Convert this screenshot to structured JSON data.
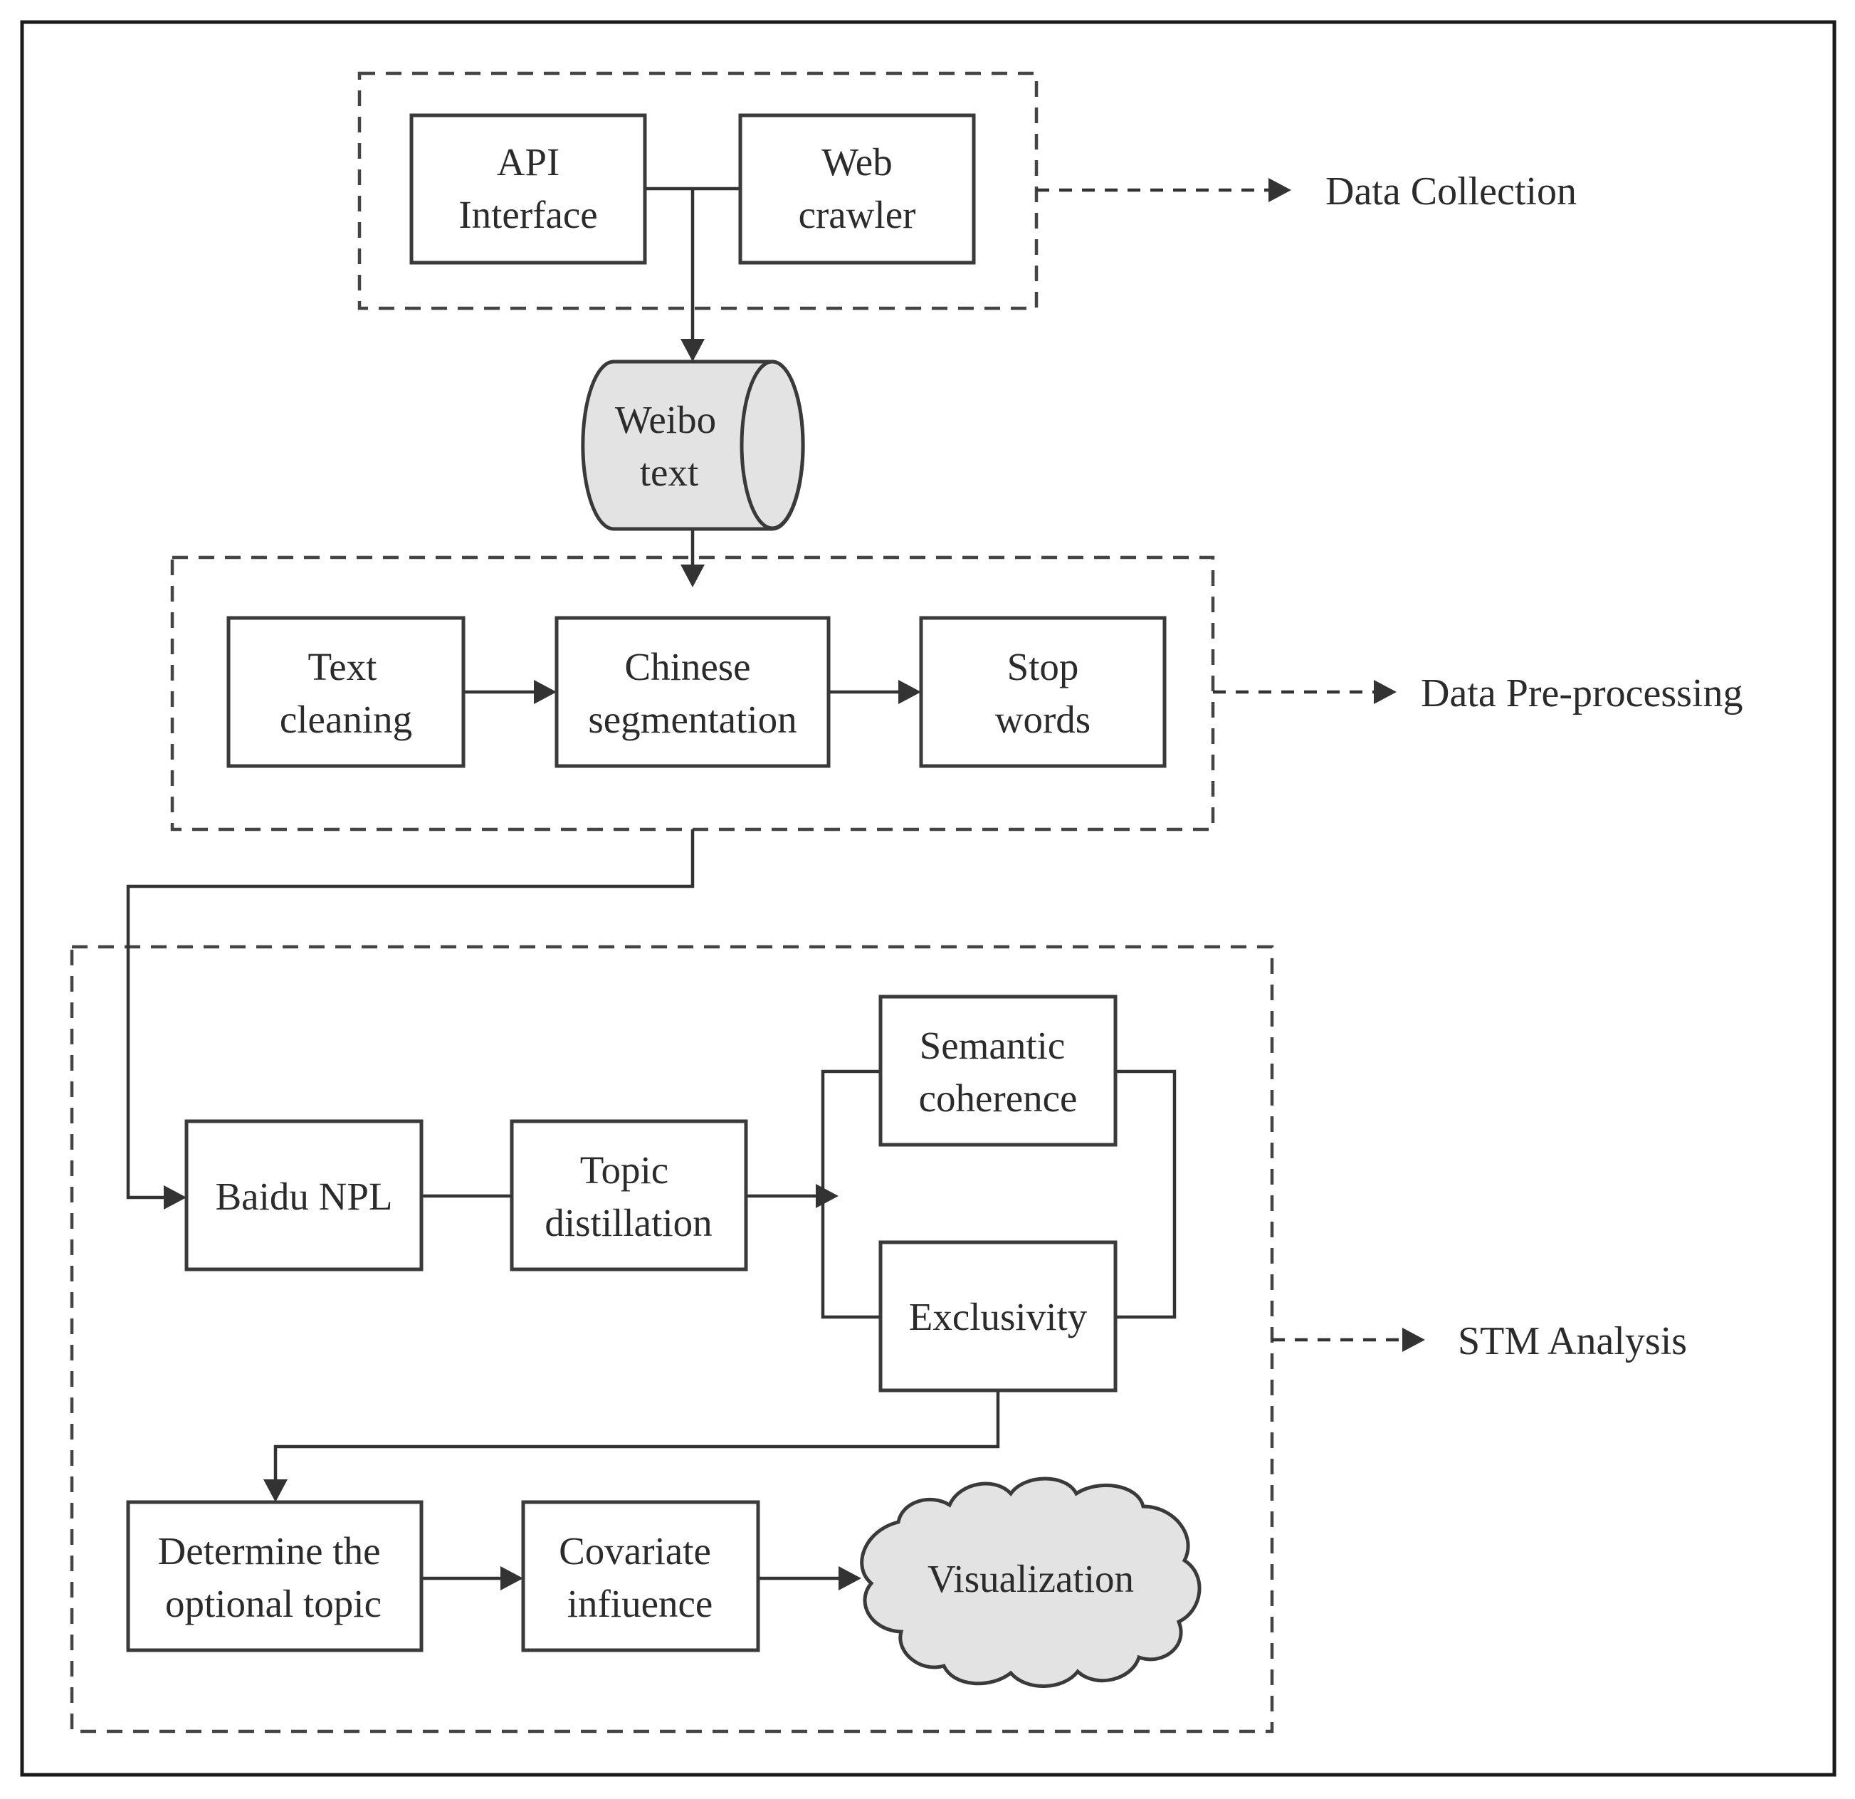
{
  "diagram": {
    "nodes": {
      "api": {
        "line1": "API",
        "line2": "Interface"
      },
      "web": {
        "line1": "Web",
        "line2": "crawler"
      },
      "weibo": {
        "line1": "Weibo",
        "line2": "text"
      },
      "cleaning": {
        "line1": "Text",
        "line2": "cleaning"
      },
      "segmentation": {
        "line1": "Chinese",
        "line2": "segmentation"
      },
      "stopwords": {
        "line1": "Stop",
        "line2": "words"
      },
      "baidu": {
        "line1": "Baidu NPL"
      },
      "topic": {
        "line1": "Topic",
        "line2": "distillation"
      },
      "semantic": {
        "line1": "Semantic",
        "line2": "coherence"
      },
      "exclusivity": {
        "line1": "Exclusivity"
      },
      "determine": {
        "line1": "Determine the",
        "line2": "optional topic"
      },
      "covariate": {
        "line1": "Covariate",
        "line2": "infiuence"
      },
      "visualization": {
        "line1": "Visualization"
      }
    },
    "stages": {
      "collection": "Data Collection",
      "preprocessing": "Data Pre-processing",
      "stm": "STM Analysis"
    }
  }
}
